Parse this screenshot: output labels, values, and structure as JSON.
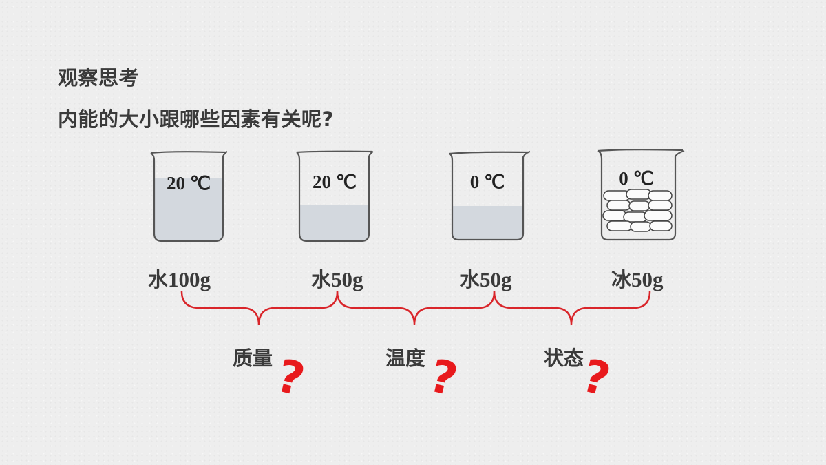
{
  "title": "观察思考",
  "question": "内能的大小跟哪些因素有关呢?",
  "beakers": [
    {
      "temperature": "20 ℃",
      "substance": "水",
      "mass": "100g",
      "content": "water",
      "fill_level": 0.62
    },
    {
      "temperature": "20 ℃",
      "substance": "水",
      "mass": "50g",
      "content": "water",
      "fill_level": 0.38
    },
    {
      "temperature": "0 ℃",
      "substance": "水",
      "mass": "50g",
      "content": "water",
      "fill_level": 0.38
    },
    {
      "temperature": "0 ℃",
      "substance": "冰",
      "mass": "50g",
      "content": "ice",
      "fill_level": 0
    }
  ],
  "factors": [
    {
      "label": "质量",
      "mark": "?"
    },
    {
      "label": "温度",
      "mark": "?"
    },
    {
      "label": "状态",
      "mark": "?"
    }
  ],
  "colors": {
    "text": "#3a3a3a",
    "water": "#d3d8de",
    "brace": "#d9252a",
    "question_mark": "#e8191c"
  }
}
